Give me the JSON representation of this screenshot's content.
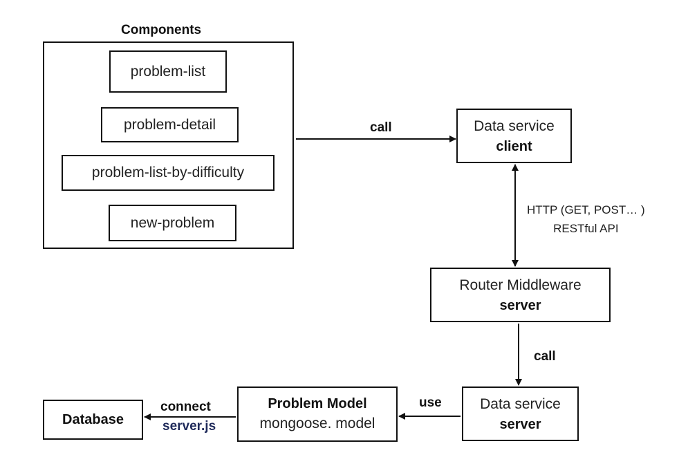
{
  "components": {
    "title": "Components",
    "items": [
      "problem-list",
      "problem-detail",
      "problem-list-by-difficulty",
      "new-problem"
    ]
  },
  "data_service_client": {
    "line1": "Data service",
    "line2": "client"
  },
  "router_middleware": {
    "line1": "Router Middleware",
    "line2": "server"
  },
  "data_service_server": {
    "line1": "Data service",
    "line2": "server"
  },
  "problem_model": {
    "line1": "Problem Model",
    "line2": "mongoose. model"
  },
  "database": {
    "label": "Database"
  },
  "edges": {
    "call_top": "call",
    "http_line1": "HTTP (GET, POST… )",
    "http_line2": "RESTful API",
    "call_bottom": "call",
    "use": "use",
    "connect": "connect",
    "connect_sub": "server.js"
  },
  "colors": {
    "stroke": "#111111",
    "server_js_text": "#1f2a5a"
  }
}
